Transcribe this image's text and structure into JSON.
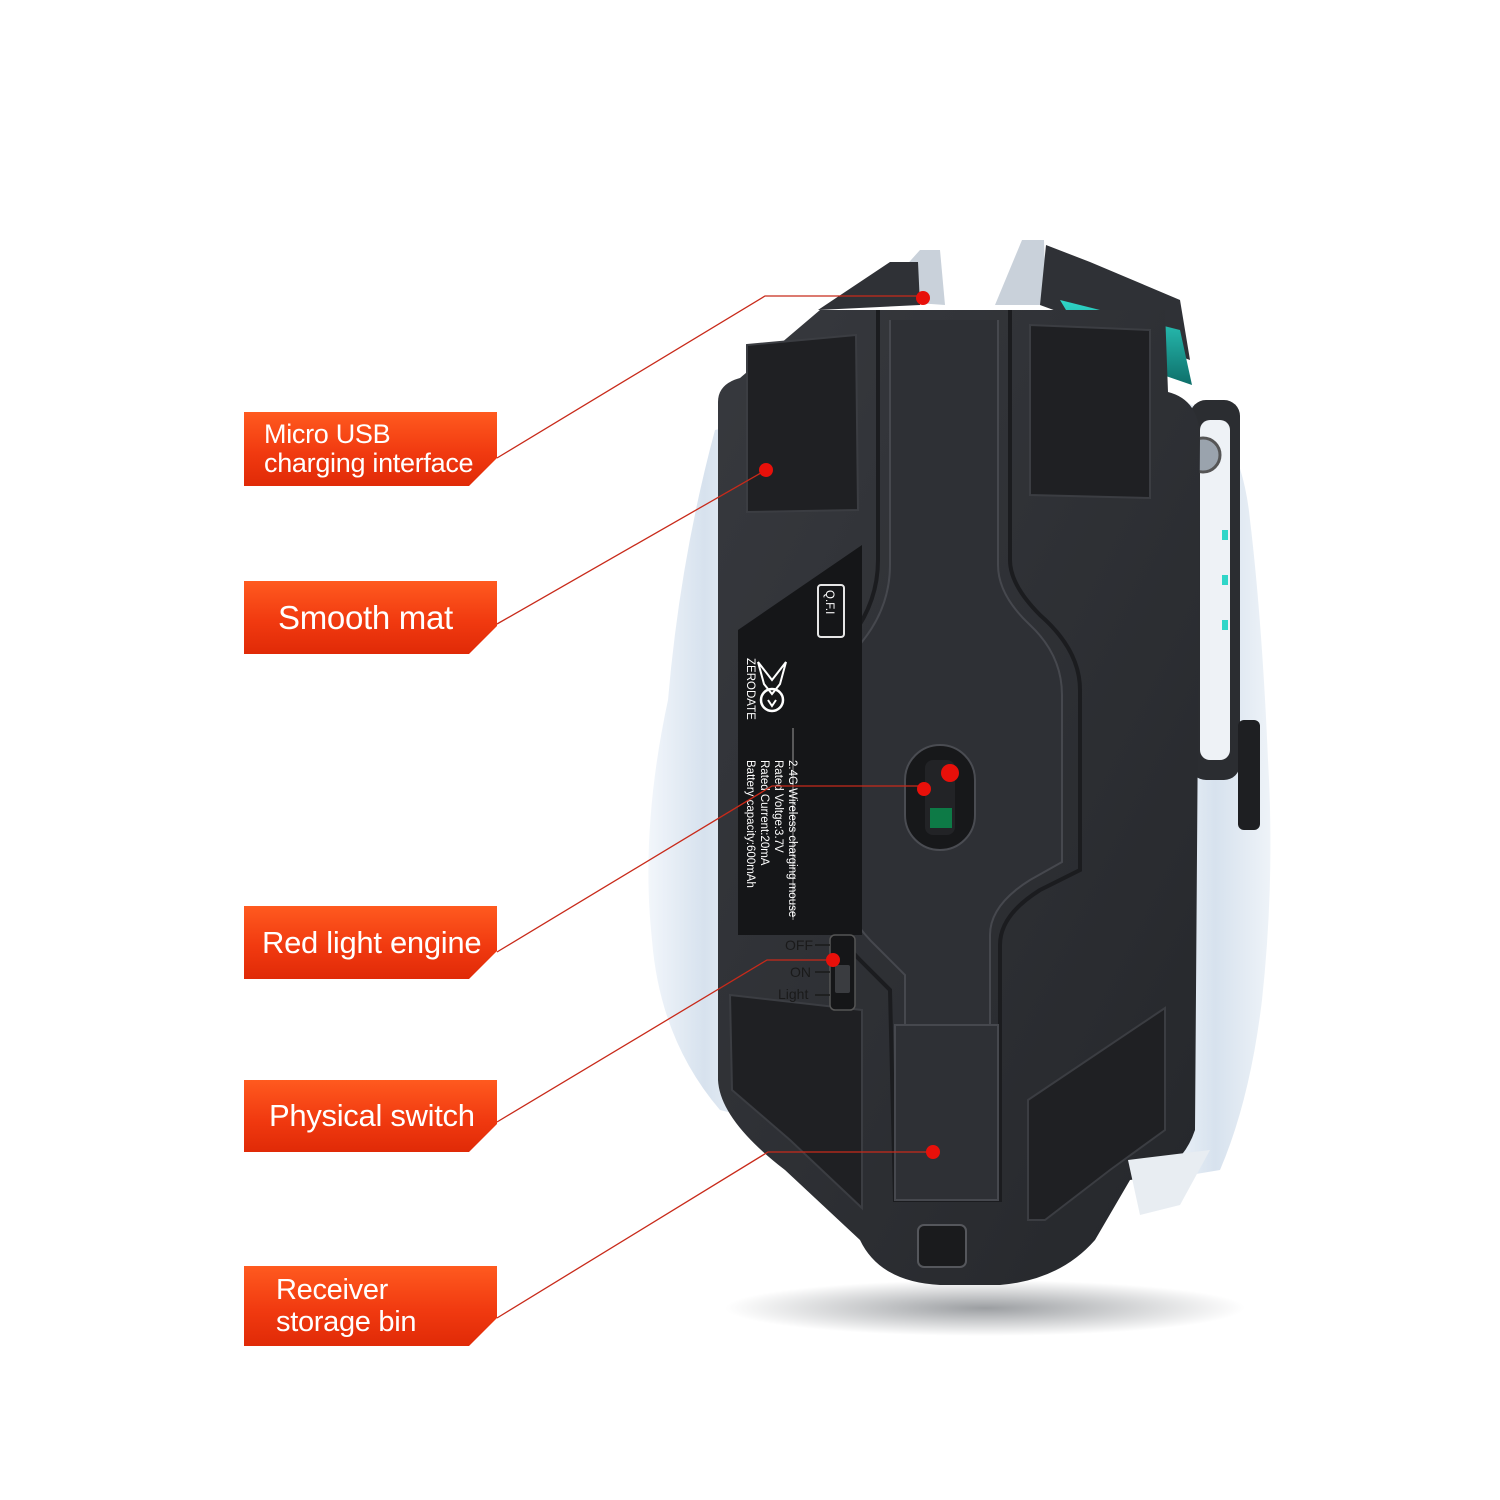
{
  "callouts": {
    "usb": [
      "Micro USB",
      "charging interface"
    ],
    "mat": "Smooth mat",
    "engine": "Red light engine",
    "switch": "Physical switch",
    "bin": [
      "Receiver",
      "storage bin"
    ]
  },
  "device": {
    "model_badge": "Q.F.I",
    "brand": "ZERODATE",
    "specs": [
      "2.4G Wireless charging mouse",
      "Rated Voltge:3.7V",
      "Rated Current:20mA",
      "Battery capacity:600mAh"
    ],
    "switch_positions": [
      "OFF",
      "ON",
      "Light"
    ]
  },
  "colors": {
    "callout": "#f13a10",
    "marker": "#e8100a",
    "leader_line": "#c82a1a",
    "body": "#2b2d31",
    "accent_glow": "#2fd6c8"
  }
}
